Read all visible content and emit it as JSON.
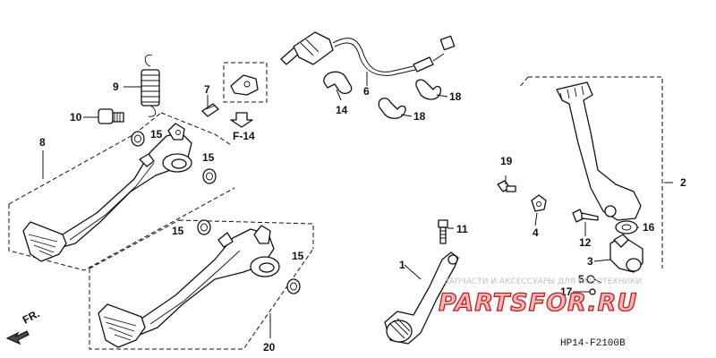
{
  "callouts": {
    "p1": "1",
    "p2": "2",
    "p3": "3",
    "p4": "4",
    "p5": "5",
    "p6": "6",
    "p7": "7",
    "p8": "8",
    "p9": "9",
    "p10": "10",
    "p11": "11",
    "p12": "12",
    "p14": "14",
    "p15a": "15",
    "p15b": "15",
    "p15c": "15",
    "p15d": "15",
    "p16": "16",
    "p17": "17",
    "p18a": "18",
    "p18b": "18",
    "p19": "19",
    "p20": "20"
  },
  "reference_label": "F-14",
  "direction_label": "FR.",
  "diagram_code": "HP14-F2100B",
  "watermark": {
    "caption": "ЗАПЧАСТИ И АКСЕССУАРЫ ДЛЯ МОТОТЕХНИКИ",
    "logo": "PARTSFOR.RU"
  }
}
